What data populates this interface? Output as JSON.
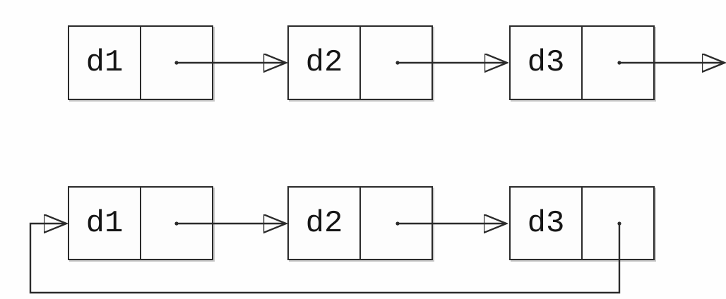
{
  "diagram": {
    "description": "linked-list-diagrams",
    "colors": {
      "line": "#2b2b2b",
      "text": "#151515",
      "background": "#fefefe"
    },
    "lists": [
      {
        "name": "singly-linked-list",
        "nodes": [
          {
            "label": "d1"
          },
          {
            "label": "d2"
          },
          {
            "label": "d3"
          }
        ],
        "edges": [
          {
            "from": "d1",
            "to": "d2"
          },
          {
            "from": "d2",
            "to": "d3"
          },
          {
            "from": "d3",
            "to": "off-right-edge"
          }
        ]
      },
      {
        "name": "circular-linked-list",
        "nodes": [
          {
            "label": "d1"
          },
          {
            "label": "d2"
          },
          {
            "label": "d3"
          }
        ],
        "edges": [
          {
            "from": "d1",
            "to": "d2"
          },
          {
            "from": "d2",
            "to": "d3"
          },
          {
            "from": "d3",
            "to": "d1",
            "style": "loop-below"
          }
        ]
      }
    ]
  }
}
